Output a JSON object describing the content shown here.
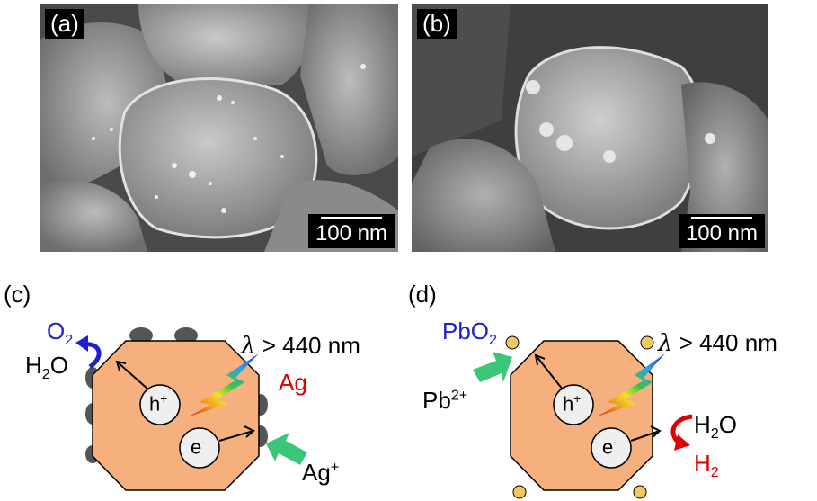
{
  "panels": {
    "a": {
      "label": "(a)",
      "scale_bar": "100 nm"
    },
    "b": {
      "label": "(b)",
      "scale_bar": "100 nm"
    },
    "c": {
      "label": "(c)",
      "wavelength": "> 440 nm",
      "lambda": "λ",
      "o2": "O",
      "o2_sub": "2",
      "h2o_left": "H",
      "h2o_sub": "2",
      "h2o_right": "O",
      "hole": "h",
      "hole_sup": "+",
      "electron": "e",
      "electron_sup": "-",
      "ag": "Ag",
      "ag_ion": "Ag",
      "ag_ion_sup": "+"
    },
    "d": {
      "label": "(d)",
      "wavelength": "> 440 nm",
      "lambda": "λ",
      "pbo2_a": "PbO",
      "pbo2_sub": "2",
      "pb_ion": "Pb",
      "pb_ion_sup": "2+",
      "hole": "h",
      "hole_sup": "+",
      "electron": "e",
      "electron_sup": "-",
      "h2o_left": "H",
      "h2o_sub": "2",
      "h2o_right": "O",
      "h2_left": "H",
      "h2_sub": "2"
    }
  },
  "colors": {
    "crystal_fill": "#f6b07e",
    "deposit_ag": "#555555",
    "deposit_pbo2": "#f3c863",
    "arrow_green": "#3cc67a",
    "blue_text": "#1f1fd0",
    "red_text": "#e00000"
  }
}
